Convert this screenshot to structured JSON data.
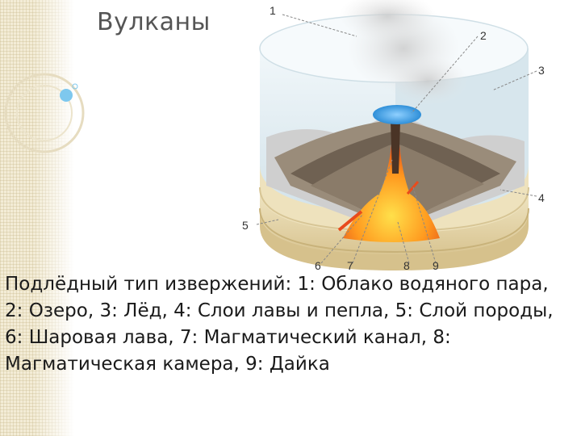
{
  "title": "Вулканы",
  "callouts": [
    "1",
    "2",
    "3",
    "4",
    "5",
    "6",
    "7",
    "8",
    "9"
  ],
  "caption": "Подлёдный тип извержений: 1: Облако водяного пара, 2: Озеро, 3: Лёд, 4: Слои лавы и пепла, 5: Слой породы, 6: Шаровая лава, 7: Магматический канал, 8: Магматическая камера, 9: Дайка",
  "colors": {
    "ice": "#dbe9ef",
    "lake": "#3a9ee0",
    "rock": "#e8d9ae",
    "lava": "#f46a1c",
    "ash": "#6f6152"
  }
}
